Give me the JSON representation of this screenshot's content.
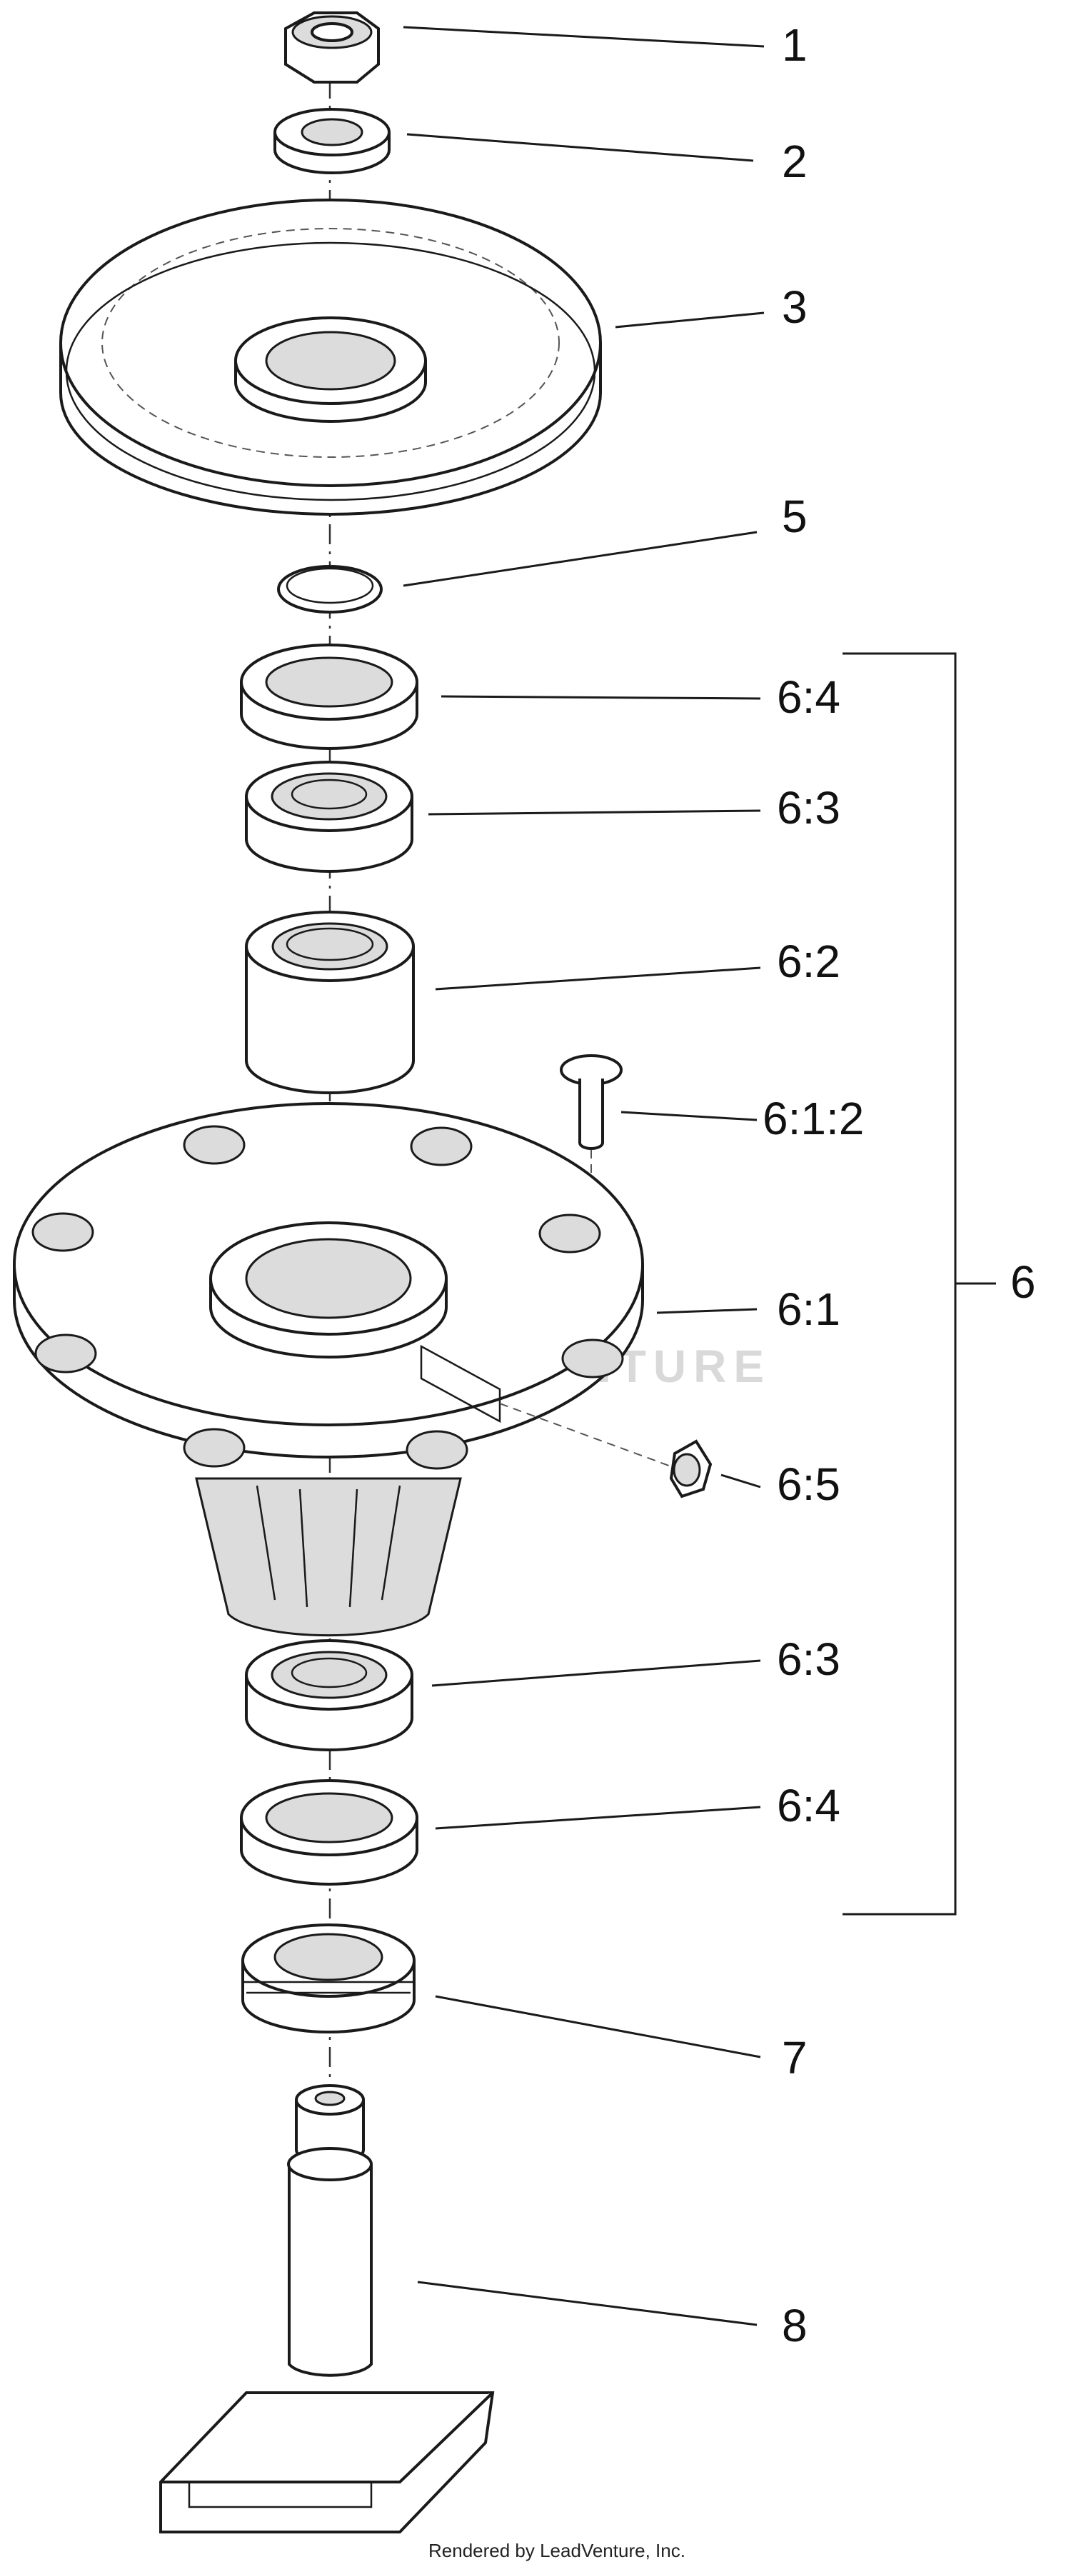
{
  "callouts": {
    "c1": "1",
    "c2": "2",
    "c3": "3",
    "c5": "5",
    "c6_4a": "6:4",
    "c6_3a": "6:3",
    "c6_2": "6:2",
    "c6_1_2": "6:1:2",
    "c6": "6",
    "c6_1": "6:1",
    "c6_5": "6:5",
    "c6_3b": "6:3",
    "c6_4b": "6:4",
    "c7": "7",
    "c8": "8"
  },
  "watermark": "LEADVENTURE",
  "credit": "Rendered by LeadVenture, Inc."
}
